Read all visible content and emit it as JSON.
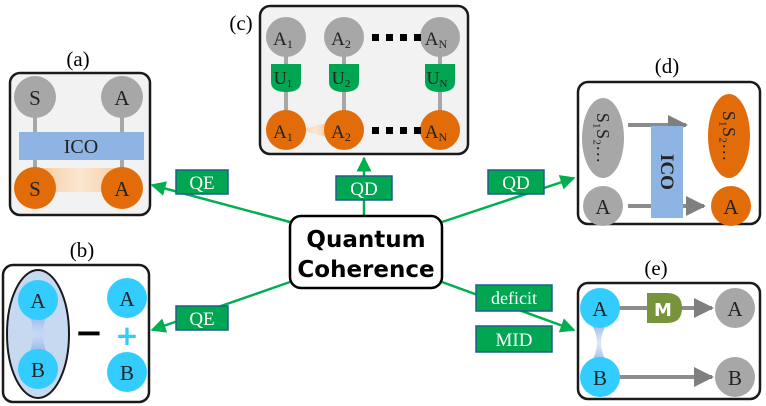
{
  "center": {
    "line1": "Quantum",
    "line2": "Coherence"
  },
  "edges": {
    "qe_a": "QE",
    "qe_b": "QE",
    "qd_c": "QD",
    "qd_d": "QD",
    "deficit": "deficit",
    "mid": "MID"
  },
  "panels": {
    "a": {
      "label": "(a)",
      "top_left": "S",
      "top_right": "A",
      "op": "ICO",
      "bottom_left": "S",
      "bottom_right": "A"
    },
    "b": {
      "label": "(b)",
      "left_top": "A",
      "left_bottom": "B",
      "minus": "−",
      "plus": "+",
      "right_top": "A",
      "right_bottom": "B"
    },
    "c": {
      "label": "(c)",
      "top": [
        {
          "base": "A",
          "sub": "1"
        },
        {
          "base": "A",
          "sub": "2"
        },
        {
          "base": "A",
          "sub": "N"
        }
      ],
      "ops": [
        {
          "base": "U",
          "sub": "1"
        },
        {
          "base": "U",
          "sub": "2"
        },
        {
          "base": "U",
          "sub": "N"
        }
      ],
      "bottom": [
        {
          "base": "A",
          "sub": "1"
        },
        {
          "base": "A",
          "sub": "2"
        },
        {
          "base": "A",
          "sub": "N"
        }
      ]
    },
    "d": {
      "label": "(d)",
      "sys_left": "S₁S₂…",
      "sys_right": "S₁S₂…",
      "op": "ICO",
      "anc_left": "A",
      "anc_right": "A"
    },
    "e": {
      "label": "(e)",
      "top_left": "A",
      "top_right": "A",
      "bottom_left": "B",
      "bottom_right": "B",
      "meter_glyph": "M"
    }
  },
  "colors": {
    "gray_node": "#a7a7a7",
    "orange_node": "#e36c0a",
    "cyan_node": "#33ccff",
    "green_tag": "#00a651",
    "green_line": "#00b050",
    "ico_blue": "#8eb4e3",
    "meter_olive": "#77933c"
  }
}
